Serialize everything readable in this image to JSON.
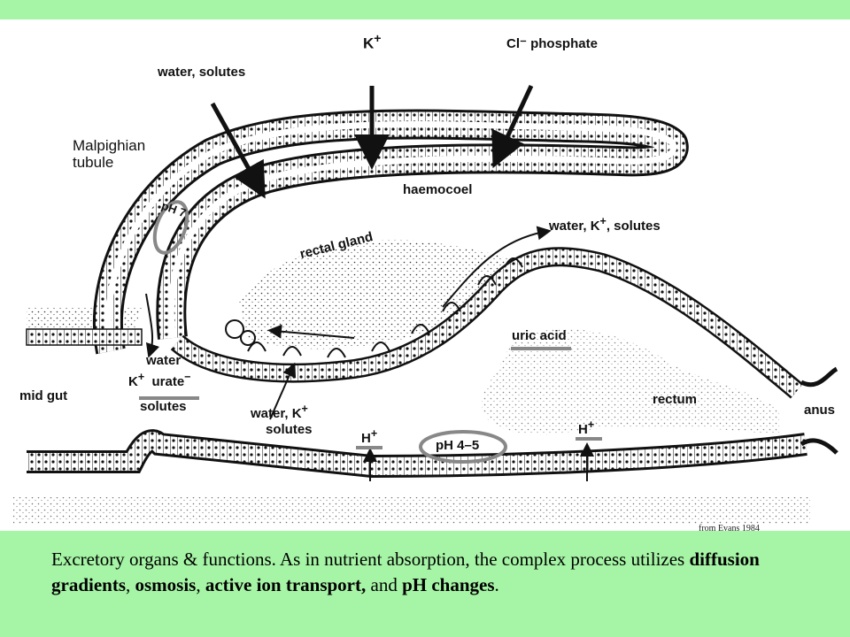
{
  "diagram": {
    "labels": {
      "malpighian": "Malpighian\ntubule",
      "water_solutes": "water, solutes",
      "k_plus": "K+",
      "cl_phosphate": "Cl⁻ phosphate",
      "haemocoel": "haemocoel",
      "rectal_gland": "rectal  gland",
      "water_k_solutes_top": "water, K+, solutes",
      "ph7": "pH 7",
      "uric_acid": "uric acid",
      "water_left": "water",
      "k_urate": "K+  urate⁻",
      "solutes_left": "solutes",
      "mid_gut": "mid gut",
      "water_k_bottom": "water, K+",
      "solutes_bottom": "solutes",
      "rectum": "rectum",
      "anus": "anus",
      "h_plus_left": "H+",
      "h_plus_right": "H+",
      "ph45": "pH 4–5"
    },
    "credit": "from Evans 1984"
  },
  "caption": {
    "intro": "Excretory organs & functions. As in nutrient absorption, the complex process utilizes ",
    "diffusion": "diffusion gradients",
    "sep1": ", ",
    "osmosis": "osmosis",
    "sep2": ", ",
    "active": "active ion transport,",
    "sep3": " and ",
    "ph": "pH changes",
    "end": "."
  },
  "colors": {
    "background": "#a6f5a6",
    "ink": "#111111",
    "highlight": "#888888"
  }
}
